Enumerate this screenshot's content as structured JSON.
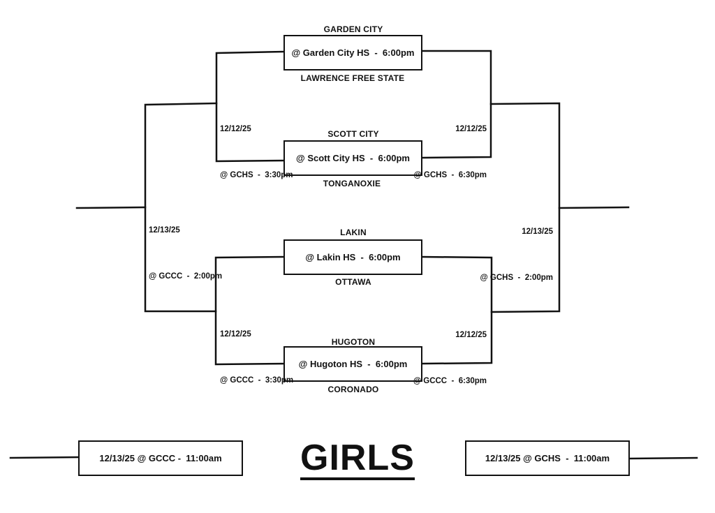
{
  "title": "GIRLS",
  "games": [
    {
      "top_team": "GARDEN CITY",
      "location": "@ Garden City HS  -  6:00pm",
      "bottom_team": "LAWRENCE FREE STATE"
    },
    {
      "top_team": "SCOTT CITY",
      "location": "@ Scott City HS  -  6:00pm",
      "bottom_team": "TONGANOXIE"
    },
    {
      "top_team": "LAKIN",
      "location": "@ Lakin HS  -  6:00pm",
      "bottom_team": "OTTAWA"
    },
    {
      "top_team": "HUGOTON",
      "location": "@ Hugoton HS  -  6:00pm",
      "bottom_team": "CORONADO"
    }
  ],
  "round2": {
    "left_top": {
      "date": "12/12/25",
      "location": "@ GCHS  -  3:30pm"
    },
    "left_bottom": {
      "date": "12/12/25",
      "location": "@ GCCC  -  3:30pm"
    },
    "right_top": {
      "date": "12/12/25",
      "location": "@ GCHS  -  6:30pm"
    },
    "right_bottom": {
      "date": "12/12/25",
      "location": "@ GCCC  -  6:30pm"
    }
  },
  "round3": {
    "left": {
      "date": "12/13/25",
      "location": "@ GCCC  -  2:00pm"
    },
    "right": {
      "date": "12/13/25",
      "location": "@ GCHS  -  2:00pm"
    }
  },
  "placement": {
    "left": "12/13/25 @ GCCC -  11:00am",
    "right": "12/13/25 @ GCHS  -  11:00am"
  }
}
